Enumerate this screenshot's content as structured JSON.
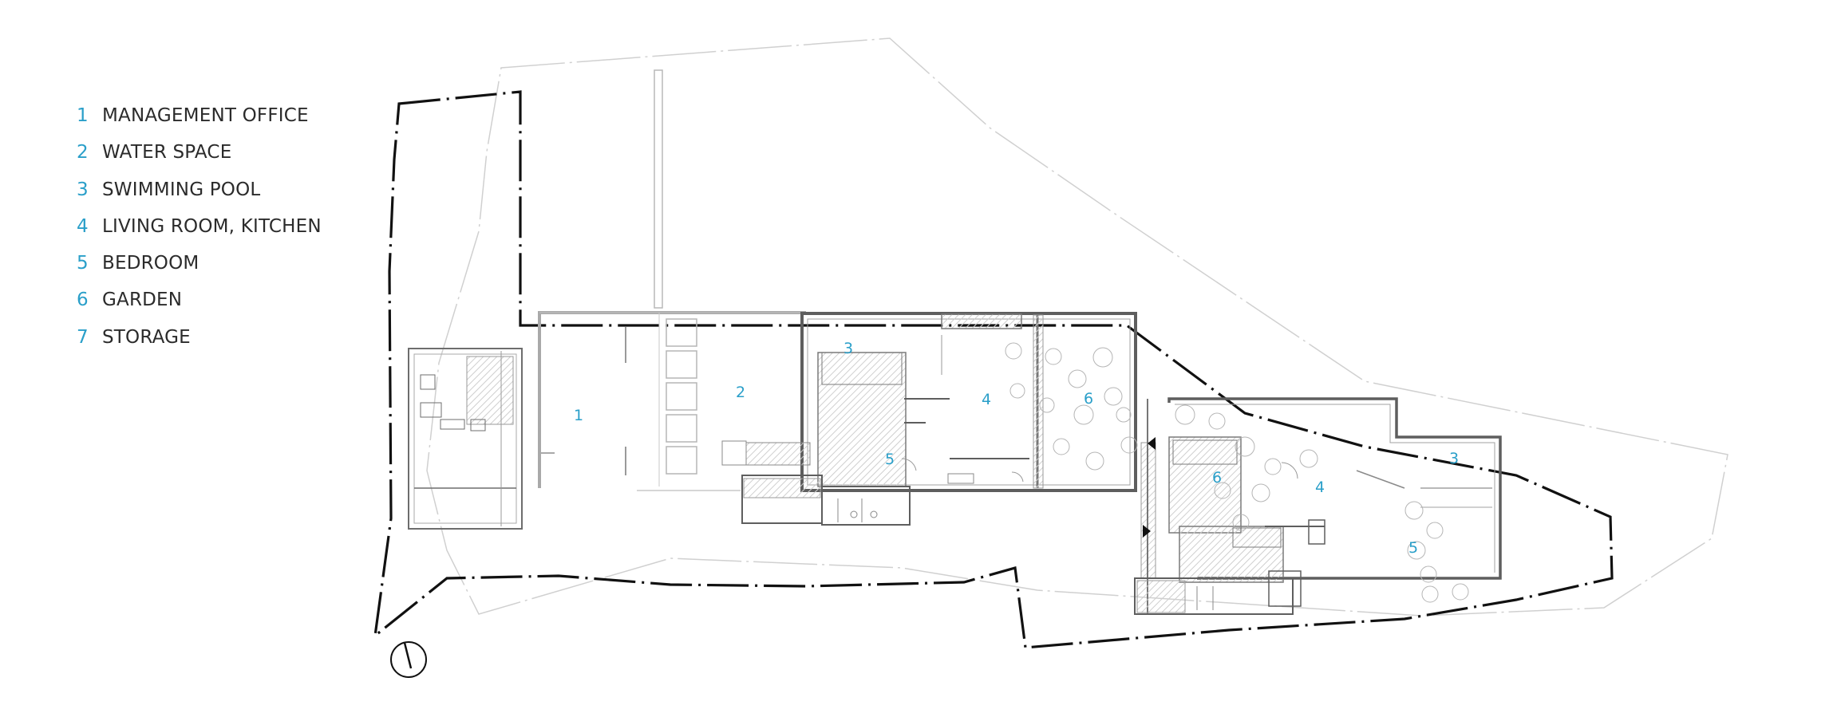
{
  "legend": [
    {
      "num": "1",
      "label": "MANAGEMENT OFFICE"
    },
    {
      "num": "2",
      "label": "WATER SPACE"
    },
    {
      "num": "3",
      "label": "SWIMMING POOL"
    },
    {
      "num": "4",
      "label": "LIVING ROOM, KITCHEN"
    },
    {
      "num": "5",
      "label": "BEDROOM"
    },
    {
      "num": "6",
      "label": "GARDEN"
    },
    {
      "num": "7",
      "label": "STORAGE"
    }
  ],
  "rooms": {
    "unit_a": {
      "r1": "1",
      "r2": "2",
      "r3": "3",
      "r4": "4",
      "r5": "5",
      "r6": "6"
    },
    "unit_b": {
      "r3": "3",
      "r4": "4",
      "r5": "5",
      "r6": "6"
    }
  },
  "colors": {
    "accent": "#2a9fc9",
    "text": "#2b2b2b",
    "line": "#6d6d6d",
    "light": "#c8c8c8",
    "boundary": "#111111"
  },
  "icons": {
    "north_arrow": "north-arrow-icon",
    "tree": "tree-symbol-icon",
    "entrance": "entrance-arrow-icon"
  }
}
